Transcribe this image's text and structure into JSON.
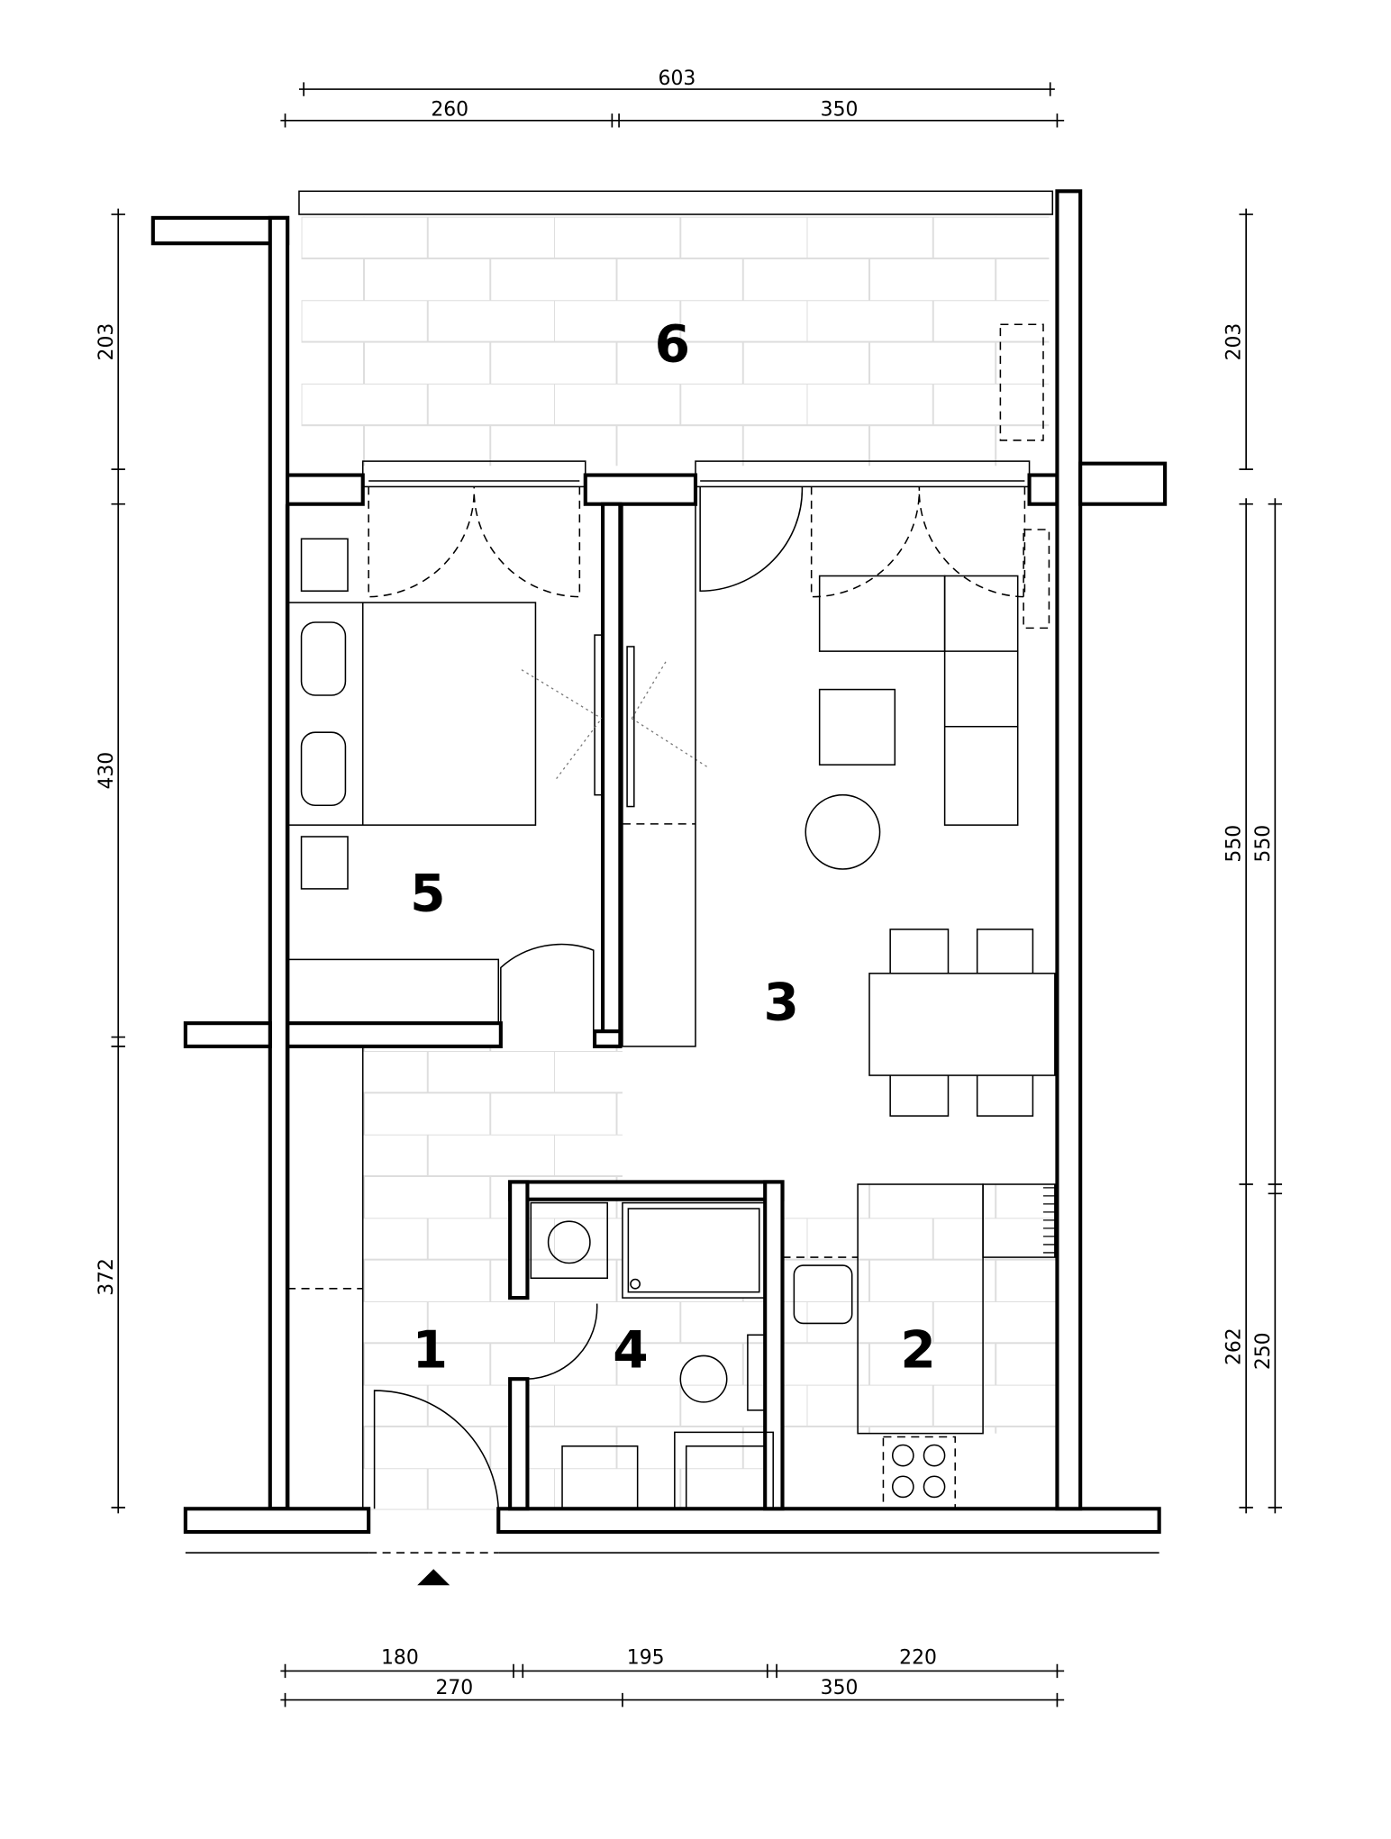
{
  "rooms": [
    {
      "number": "1"
    },
    {
      "number": "2"
    },
    {
      "number": "3"
    },
    {
      "number": "4"
    },
    {
      "number": "5"
    },
    {
      "number": "6"
    }
  ],
  "dimensions": {
    "top": {
      "overall": "603",
      "left": "260",
      "right": "350"
    },
    "bottom": {
      "row1": [
        "180",
        "195",
        "220"
      ],
      "row2": [
        "270",
        "350"
      ]
    },
    "left": [
      "203",
      "430",
      "372"
    ],
    "right_outer": [
      "203",
      "550",
      "262"
    ],
    "right_inner": [
      "550",
      "250"
    ]
  },
  "colors": {
    "wall": "#000000",
    "tile": "#dddddd",
    "background": "#ffffff"
  }
}
